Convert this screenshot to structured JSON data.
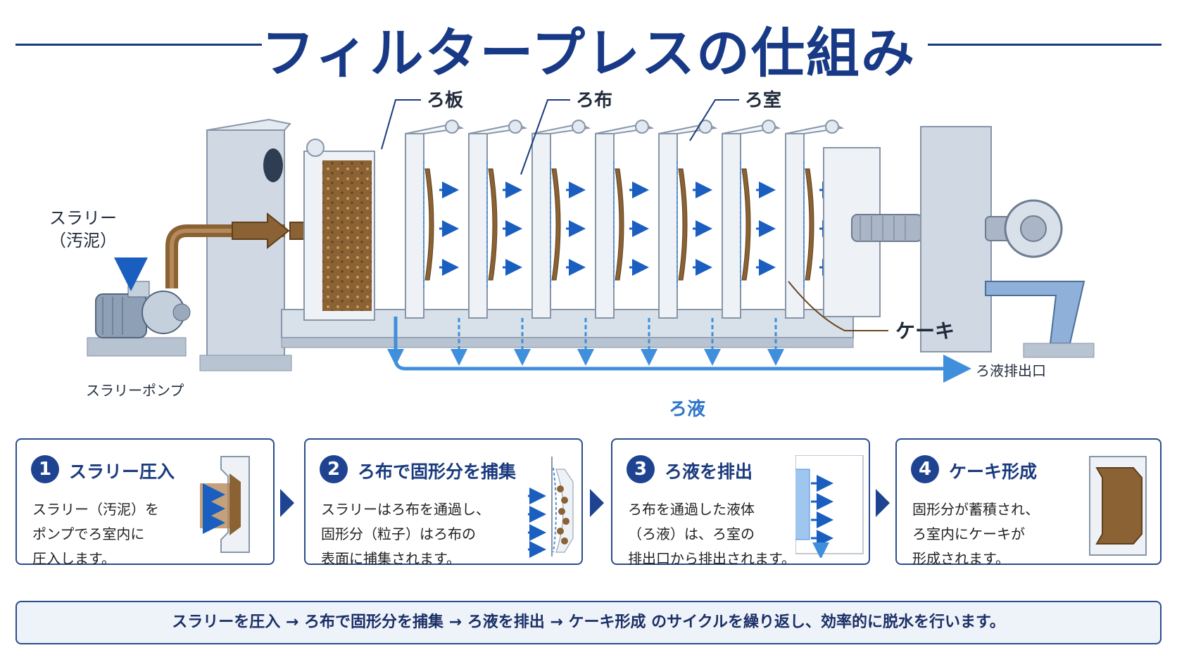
{
  "title": "フィルタープレスの仕組み",
  "labels": {
    "plate": "ろ板",
    "cloth": "ろ布",
    "chamber": "ろ室",
    "slurry_line1": "スラリー",
    "slurry_line2": "（汚泥）",
    "pump": "スラリーポンプ",
    "cake": "ケーキ",
    "filtrate": "ろ液",
    "outlet": "ろ液排出口"
  },
  "steps": [
    {
      "num": "1",
      "title": "スラリー圧入",
      "lines": [
        "スラリー（汚泥）を",
        "ポンプでろ室内に",
        "圧入します。"
      ]
    },
    {
      "num": "2",
      "title": "ろ布で固形分を捕集",
      "lines": [
        "スラリーはろ布を通過し、",
        "固形分（粒子）はろ布の",
        "表面に捕集されます。"
      ]
    },
    {
      "num": "3",
      "title": "ろ液を排出",
      "lines": [
        "ろ布を通過した液体",
        "（ろ液）は、ろ室の",
        "排出口から排出されます。"
      ]
    },
    {
      "num": "4",
      "title": "ケーキ形成",
      "lines": [
        "固形分が蓄積され、",
        "ろ室内にケーキが",
        "形成されます。"
      ]
    }
  ],
  "summary": "スラリーを圧入 → ろ布で固形分を捕集 → ろ液を排出 → ケーキ形成 のサイクルを繰り返し、効率的に脱水を行います。",
  "colors": {
    "navy": "#1b3a7a",
    "filtrate_blue": "#3f8fdc",
    "cake_brown": "#8a6234",
    "steel": "#c9d3df"
  }
}
